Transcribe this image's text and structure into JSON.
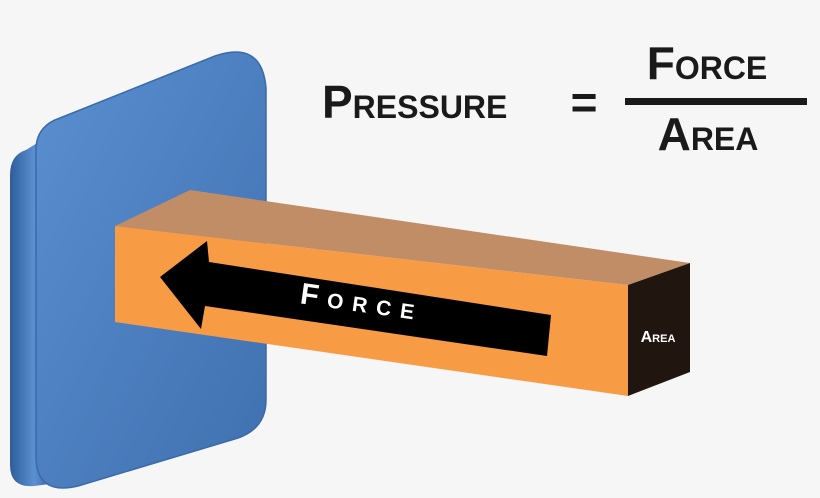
{
  "formula": {
    "lhs": "Pressure",
    "equals": "=",
    "numerator": "Force",
    "denominator": "Area"
  },
  "arrow_label": "Force",
  "end_face_label": "Area",
  "colors": {
    "background": "#f6f6f6",
    "wall_face": "#4a7ab8",
    "wall_edge": "#3b6aaa",
    "bar_front": "#f79b45",
    "bar_top": "#c08d66",
    "bar_end": "#20160f",
    "arrow": "#000000",
    "text": "#1a1a1a"
  }
}
